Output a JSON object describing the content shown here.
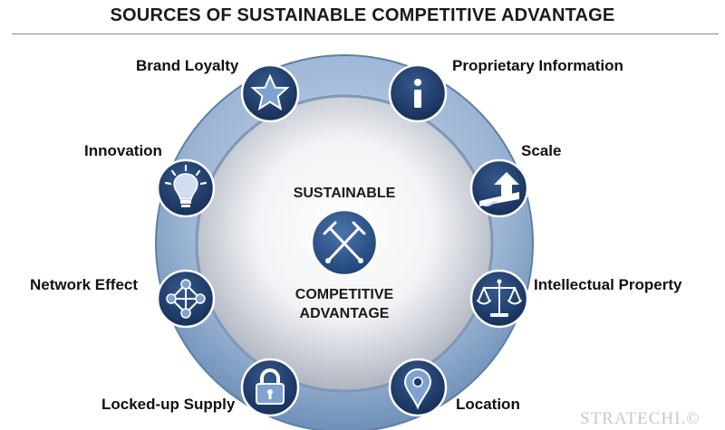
{
  "title": "SOURCES OF SUSTAINABLE COMPETITIVE ADVANTAGE",
  "center": {
    "top_text": "SUSTAINABLE",
    "bottom_line1": "COMPETITIVE",
    "bottom_line2": "ADVANTAGE",
    "icon": "crossed-swords-icon"
  },
  "sources": [
    {
      "label": "Brand Loyalty",
      "icon": "star-icon"
    },
    {
      "label": "Proprietary Information",
      "icon": "info-icon"
    },
    {
      "label": "Innovation",
      "icon": "lightbulb-icon"
    },
    {
      "label": "Scale",
      "icon": "scale-up-arrow-icon"
    },
    {
      "label": "Network Effect",
      "icon": "network-icon"
    },
    {
      "label": "Intellectual Property",
      "icon": "justice-scale-icon"
    },
    {
      "label": "Locked-up Supply",
      "icon": "padlock-icon"
    },
    {
      "label": "Location",
      "icon": "location-pin-icon"
    }
  ],
  "watermark": "STRATECHI.©",
  "colors": {
    "ring": "#9fb8d6",
    "icon_circle": "#1f3e6b",
    "center_badge": "#2a5289",
    "text": "#111111"
  }
}
